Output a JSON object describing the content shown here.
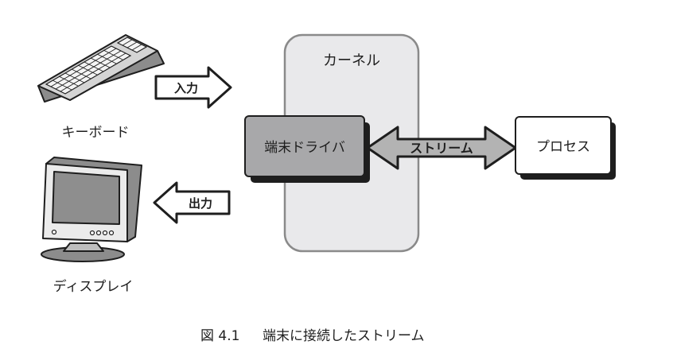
{
  "diagram": {
    "kernel_label": "カーネル",
    "driver_label": "端末ドライバ",
    "process_label": "プロセス",
    "stream_label": "ストリーム",
    "input_label": "入力",
    "output_label": "出力",
    "keyboard_label": "キーボード",
    "display_label": "ディスプレイ"
  },
  "caption": {
    "figure_number": "図 4.1",
    "text": "端末に接続したストリーム"
  },
  "colors": {
    "kernel_fill": "#e9e9eb",
    "kernel_stroke": "#8a8a8a",
    "driver_fill": "#a8a8aa",
    "arrow_fill": "#b3b3b3",
    "stroke": "#1e1e1e",
    "caption_text": "#4a4a4a"
  }
}
